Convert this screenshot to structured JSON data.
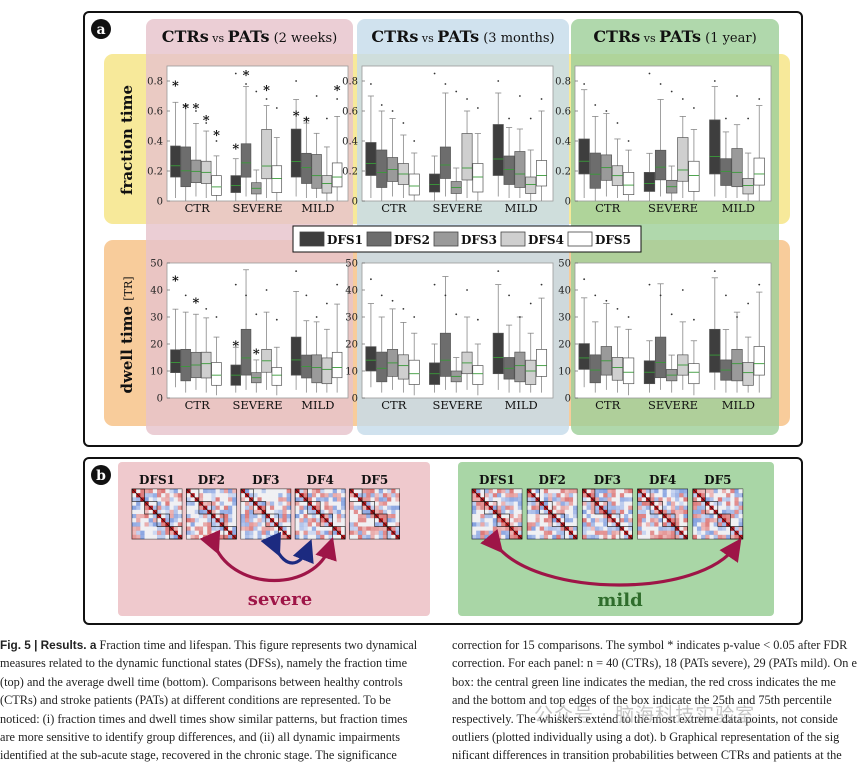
{
  "figure": {
    "panel_a_letter": "a",
    "panel_b_letter": "b",
    "column_titles": [
      {
        "main": "CTRs",
        "vs": "vs",
        "pat": "PATs",
        "period": "(2 weeks)",
        "color": "#e7c3cc"
      },
      {
        "main": "CTRs",
        "vs": "vs",
        "pat": "PATs",
        "period": "(3 months)",
        "color": "#c6dcea"
      },
      {
        "main": "CTRs",
        "vs": "vs",
        "pat": "PATs",
        "period": "(1 year)",
        "color": "#9fcf9a"
      }
    ],
    "row_labels": [
      {
        "text": "fraction time",
        "unit": "",
        "color": "#f7e99a"
      },
      {
        "text": "dwell time",
        "unit": "[TR]",
        "color": "#f8cc9b"
      }
    ],
    "legend": [
      {
        "label": "DFS1",
        "color": "#3e3e3e"
      },
      {
        "label": "DFS2",
        "color": "#6d6d6d"
      },
      {
        "label": "DFS3",
        "color": "#9a9a9a"
      },
      {
        "label": "DFS4",
        "color": "#cfcfcf"
      },
      {
        "label": "DFS5",
        "color": "#ffffff"
      }
    ],
    "group_labels": [
      "CTR",
      "SEVERE",
      "MILD"
    ],
    "fraction_ticks": [
      "0",
      "0.2",
      "0.4",
      "0.6",
      "0.8"
    ],
    "dwell_ticks": [
      "0",
      "10",
      "20",
      "30",
      "40",
      "50"
    ],
    "significance_marker": "*",
    "panel_b": {
      "severe": {
        "label": "severe",
        "matrix_labels": [
          "DFS1",
          "DF2",
          "DF3",
          "DF4",
          "DF5"
        ],
        "arrow_outer": "#9e1547",
        "arrow_inner": "#1c2a80",
        "bg": "#efc9cd"
      },
      "mild": {
        "label": "mild",
        "matrix_labels": [
          "DFS1",
          "DF2",
          "DF3",
          "DF4",
          "DF5"
        ],
        "arrow": "#9e1547",
        "bg": "#a9d6a6"
      }
    }
  },
  "caption": {
    "left_lines": [
      {
        "bold": "Fig. 5 | Results. a",
        "text": " Fraction time and lifespan. This figure represents two dynamical"
      },
      {
        "bold": "",
        "text": "measures related to the dynamic functional states (DFSs), namely the fraction time"
      },
      {
        "bold": "",
        "text": "(top) and the average dwell time (bottom). Comparisons between healthy controls"
      },
      {
        "bold": "",
        "text": "(CTRs) and stroke patients (PATs) at different conditions are represented. To be"
      },
      {
        "bold": "",
        "text": "noticed: (i) fraction times and dwell times show similar patterns, but fraction times"
      },
      {
        "bold": "",
        "text": "are more sensitive to identify group differences, and (ii) all dynamic impairments"
      },
      {
        "bold": "",
        "text": "identified at the sub-acute stage, recovered in the chronic stage. The significance"
      }
    ],
    "right_lines": [
      {
        "bold": "",
        "text": "correction for 15 comparisons. The symbol * indicates p-value < 0.05 after FDR"
      },
      {
        "bold": "",
        "text": "correction. For each panel: n = 40 (CTRs), 18 (PATs severe), 29 (PATs mild). On e"
      },
      {
        "bold": "",
        "text": "box: the central green line indicates the median, the red cross indicates the me"
      },
      {
        "bold": "",
        "text": "and the bottom and top edges of the box indicate the 25th and 75th percentile"
      },
      {
        "bold": "",
        "text": "respectively. The whiskers extend to the most extreme data points, not conside"
      },
      {
        "bold": "",
        "text": "outliers (plotted individually using a dot). b Graphical representation of the sig"
      },
      {
        "bold": "",
        "text": "nificant differences in transition probabilities between CTRs and patients at the"
      }
    ]
  },
  "watermark": "公众号 · 脑海科技实验室"
}
